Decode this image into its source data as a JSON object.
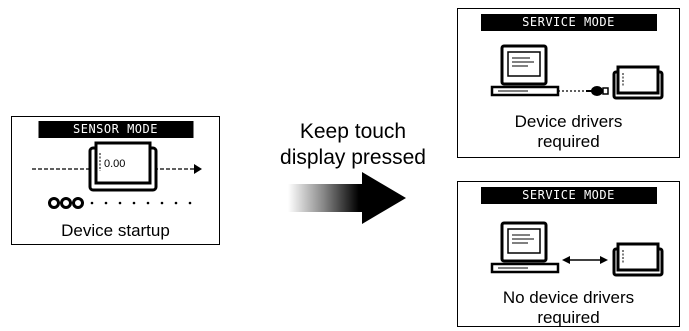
{
  "sensor_panel": {
    "title": "SENSOR MODE",
    "value": "0.00",
    "caption": "Device startup"
  },
  "instruction": {
    "line1": "Keep touch",
    "line2": "display pressed"
  },
  "service_top": {
    "title": "SERVICE MODE",
    "caption_line1": "Device drivers",
    "caption_line2": "required"
  },
  "service_bottom": {
    "title": "SERVICE MODE",
    "caption_line1": "No device drivers",
    "caption_line2": "required"
  },
  "icons": {
    "computer": "computer-icon",
    "device": "handheld-device-icon",
    "plug": "usb-plug-icon",
    "bidirectional": "double-arrow-icon",
    "arrow": "right-arrow-icon"
  }
}
